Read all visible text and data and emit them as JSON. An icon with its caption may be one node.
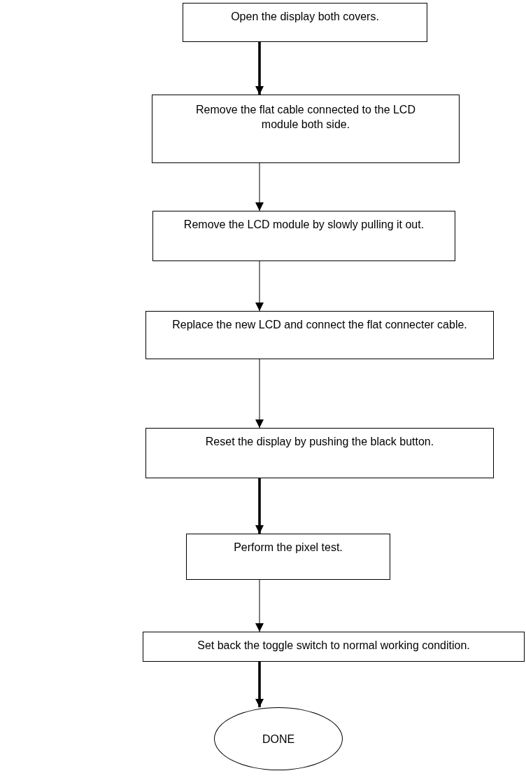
{
  "diagram": {
    "nodes": [
      {
        "text": [
          "Open the display both covers."
        ]
      },
      {
        "text": [
          "Remove the flat cable connected to the LCD module both side."
        ]
      },
      {
        "text": [
          "Remove the LCD module by slowly pulling it out."
        ]
      },
      {
        "text": [
          "Replace the new LCD and connect the flat connecter cable."
        ]
      },
      {
        "text": [
          "Reset the display by pushing the black button."
        ]
      },
      {
        "text": [
          "Perform the pixel test."
        ]
      },
      {
        "text": [
          "Set back the toggle switch to normal working condition."
        ]
      },
      {
        "text": [
          "DONE"
        ]
      }
    ],
    "edges": [
      {
        "from": 0,
        "to": 1,
        "arrow": "to",
        "style": "thick"
      },
      {
        "from": 1,
        "to": 2,
        "arrow": "to"
      },
      {
        "from": 2,
        "to": 3,
        "arrow": "to"
      },
      {
        "from": 3,
        "to": 4,
        "arrow": "to"
      },
      {
        "from": 4,
        "to": 5,
        "arrow": "to",
        "style": "thick"
      },
      {
        "from": 5,
        "to": 6,
        "arrow": "to"
      },
      {
        "from": 6,
        "to": 7,
        "arrow": "to",
        "style": "thick"
      }
    ]
  }
}
